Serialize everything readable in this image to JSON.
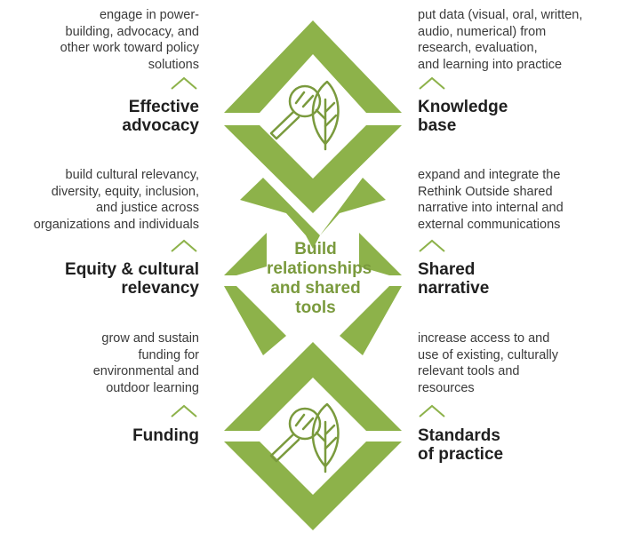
{
  "colors": {
    "accent": "#8db24a",
    "accent_dark": "#7a9a3d",
    "icon": "#7a9a3d"
  },
  "center": {
    "lines": [
      "Build",
      "relationships",
      "and shared",
      "tools"
    ]
  },
  "left": [
    {
      "desc": [
        "engage in power-",
        "building, advocacy, and",
        "other work toward policy",
        "solutions"
      ],
      "title": [
        "Effective",
        "advocacy"
      ]
    },
    {
      "desc": [
        "build cultural relevancy,",
        "diversity, equity, inclusion,",
        "and justice across",
        "organizations and individuals"
      ],
      "title": [
        "Equity & cultural",
        "relevancy"
      ]
    },
    {
      "desc": [
        "grow and sustain",
        "funding for",
        "environmental and",
        "outdoor learning"
      ],
      "title": [
        "Funding"
      ]
    }
  ],
  "right": [
    {
      "desc": [
        "put data (visual, oral, written,",
        "audio, numerical) from",
        "research, evaluation,",
        "and learning into practice"
      ],
      "title": [
        "Knowledge",
        "base"
      ]
    },
    {
      "desc": [
        "expand and integrate the",
        "Rethink Outside shared",
        "narrative into internal and",
        "external communications"
      ],
      "title": [
        "Shared",
        "narrative"
      ]
    },
    {
      "desc": [
        "increase access to and",
        "use of existing, culturally",
        "relevant tools and",
        "resources"
      ],
      "title": [
        "Standards",
        "of practice"
      ]
    }
  ],
  "icons": [
    "magnifier-leaf-icon",
    "magnifier-leaf-icon"
  ]
}
